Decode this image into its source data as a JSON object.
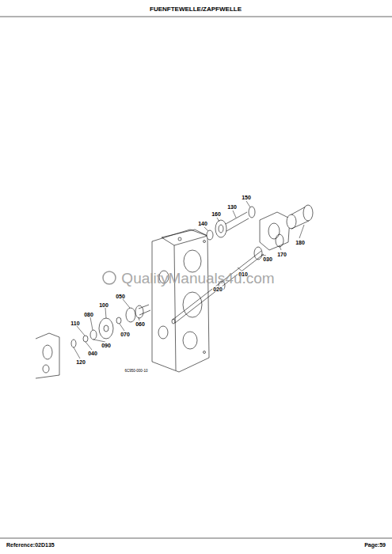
{
  "diagram": {
    "title": "FUENFTEWELLE/ZAPFWELLE",
    "labels": [
      "150",
      "160",
      "130",
      "140",
      "170",
      "180",
      "030",
      "010",
      "020",
      "050",
      "100",
      "080",
      "060",
      "070",
      "110",
      "090",
      "040",
      "120",
      "QualityManuals4u.com",
      "6C950-000-10",
      "Reference:02D135",
      "Page:59"
    ]
  }
}
